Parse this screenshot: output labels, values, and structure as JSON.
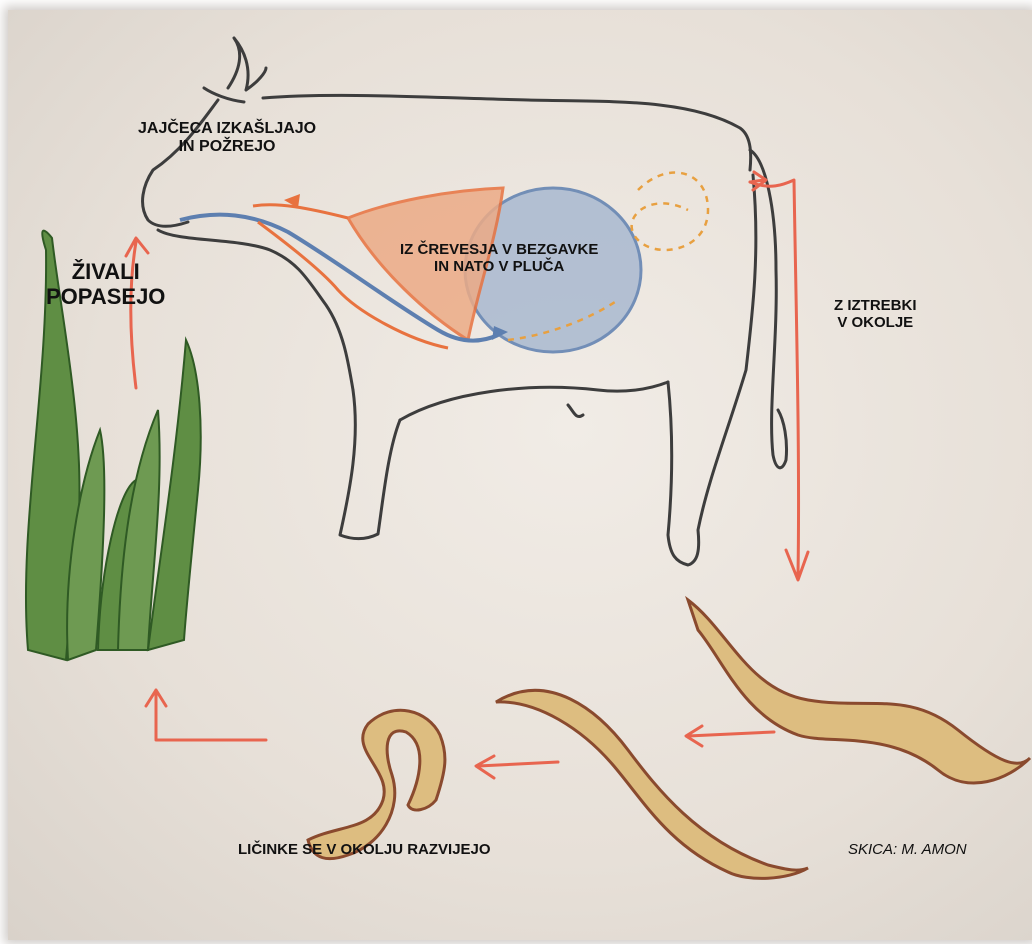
{
  "labels": {
    "cough_swallow": [
      "JAJČECA IZKAŠLJAJO",
      "IN POŽREJO"
    ],
    "grazing": [
      "ŽIVALI",
      "POPASEJO"
    ],
    "intestine_lungs": [
      "IZ ČREVESJA V BEZGAVKE",
      "IN NATO V PLUČA"
    ],
    "feces": [
      "Z IZTREBKI",
      "V OKOLJE"
    ],
    "larvae": "LIČINKE SE V OKOLJU RAZVIJEJO",
    "credit": "SKICA: M. AMON"
  },
  "colors": {
    "arrow": "#e8654f",
    "cow_outline": "#3a3a3a",
    "grass": "#5a8a3e",
    "grass_dark": "#2f5a24",
    "worm_fill": "#d9b87a",
    "worm_edge": "#8a4a2e",
    "lung": "#e8a27a",
    "stomach": "#8fa4c4"
  },
  "icons": {
    "cow": "cow-outline-drawing",
    "grass": "grass-blades",
    "worm": "larva-worm",
    "arrow": "cycle-arrow"
  }
}
